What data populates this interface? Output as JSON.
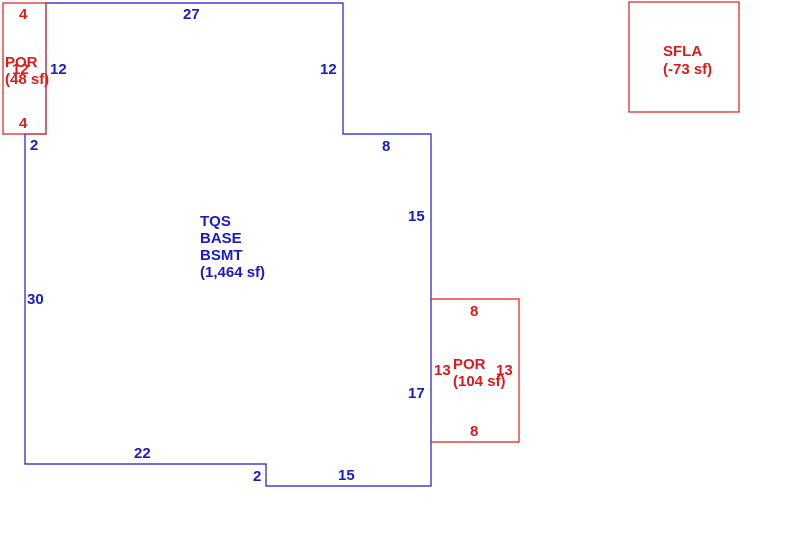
{
  "colors": {
    "main_area": "#1a1ac8",
    "addition_area": "#e01a1a"
  },
  "main_area": {
    "name_lines": [
      "TQS",
      "BASE",
      "BSMT"
    ],
    "area": "(1,464 sf)",
    "dims": {
      "top": "27",
      "right_upper": "12",
      "step_top": "8",
      "right_mid": "15",
      "right_lower": "17",
      "bottom_right": "15",
      "step_bottom": "2",
      "bottom_left": "22",
      "left": "30",
      "left_step": "2",
      "left_upper": "12"
    }
  },
  "porch_left": {
    "name": "POR",
    "area": "(48 sf)",
    "dims": {
      "top": "4",
      "bottom": "4",
      "side": "12"
    }
  },
  "porch_right": {
    "name": "POR",
    "area": "(104 sf)",
    "dims": {
      "top": "8",
      "bottom": "8",
      "left": "13",
      "right": "13"
    }
  },
  "sfla": {
    "name": "SFLA",
    "area": "(-73 sf)"
  }
}
